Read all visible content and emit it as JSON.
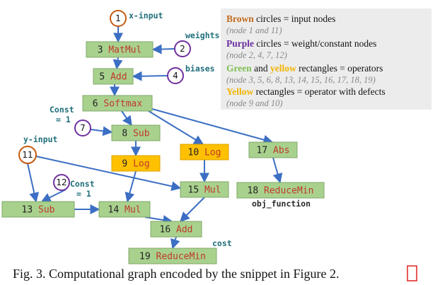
{
  "nodes": [
    {
      "id": "n1",
      "num": "1",
      "kind": "input"
    },
    {
      "id": "n2",
      "num": "2",
      "kind": "weight"
    },
    {
      "id": "n3",
      "num": "3",
      "op": "MatMul",
      "kind": "op"
    },
    {
      "id": "n4",
      "num": "4",
      "kind": "weight"
    },
    {
      "id": "n5",
      "num": "5",
      "op": "Add",
      "kind": "op"
    },
    {
      "id": "n6",
      "num": "6",
      "op": "Softmax",
      "kind": "op"
    },
    {
      "id": "n7",
      "num": "7",
      "kind": "weight"
    },
    {
      "id": "n8",
      "num": "8",
      "op": "Sub",
      "kind": "op"
    },
    {
      "id": "n9",
      "num": "9",
      "op": "Log",
      "kind": "defect"
    },
    {
      "id": "n10",
      "num": "10",
      "op": "Log",
      "kind": "defect"
    },
    {
      "id": "n11",
      "num": "11",
      "kind": "input"
    },
    {
      "id": "n12",
      "num": "12",
      "kind": "weight"
    },
    {
      "id": "n13",
      "num": "13",
      "op": "Sub",
      "kind": "op"
    },
    {
      "id": "n14",
      "num": "14",
      "op": "Mul",
      "kind": "op"
    },
    {
      "id": "n15",
      "num": "15",
      "op": "Mul",
      "kind": "op"
    },
    {
      "id": "n16",
      "num": "16",
      "op": "Add",
      "kind": "op"
    },
    {
      "id": "n17",
      "num": "17",
      "op": "Abs",
      "kind": "op"
    },
    {
      "id": "n18",
      "num": "18",
      "op": "ReduceMin",
      "kind": "op"
    },
    {
      "id": "n19",
      "num": "19",
      "op": "ReduceMin",
      "kind": "op"
    }
  ],
  "edges": [
    [
      "n1",
      "n3"
    ],
    [
      "n2",
      "n3"
    ],
    [
      "n3",
      "n5"
    ],
    [
      "n4",
      "n5"
    ],
    [
      "n5",
      "n6"
    ],
    [
      "n6",
      "n8"
    ],
    [
      "n7",
      "n8"
    ],
    [
      "n6",
      "n10"
    ],
    [
      "n6",
      "n17"
    ],
    [
      "n8",
      "n9"
    ],
    [
      "n9",
      "n14"
    ],
    [
      "n10",
      "n15"
    ],
    [
      "n11",
      "n13"
    ],
    [
      "n11",
      "n15"
    ],
    [
      "n12",
      "n13"
    ],
    [
      "n13",
      "n14"
    ],
    [
      "n14",
      "n16"
    ],
    [
      "n15",
      "n16"
    ],
    [
      "n16",
      "n19"
    ],
    [
      "n17",
      "n18"
    ]
  ],
  "annotations": {
    "x_input": "x-input",
    "weights": "weights",
    "biases": "biases",
    "const1_line1": "Const",
    "const1_line2": "= 1",
    "y_input": "y-input",
    "const2_line1": "Const",
    "const2_line2": "= 1",
    "obj_function": "obj_function",
    "cost": "cost"
  },
  "legend": {
    "row1_key": "Brown",
    "row1_text": " circles = input nodes",
    "row1_sub": "(node 1 and 11)",
    "row2_key": "Purple",
    "row2_text": " circles = weight/constant nodes",
    "row2_sub": "(node 2, 4, 7, 12)",
    "row3_key": "Green",
    "row3_and": " and ",
    "row3_key2": "yellow",
    "row3_text": " rectangles = operators",
    "row3_sub": "(node 3, 5, 6, 8, 13, 14, 15, 16, 17, 18, 19)",
    "row4_key": "Yellow",
    "row4_text": " rectangles = operator with defects",
    "row4_sub": "(node 9 and 10)"
  },
  "caption": {
    "text": "Fig. 3.  Computational graph encoded by the snippet in Figure ",
    "ref": "2",
    "end": "."
  },
  "colors": {
    "op_fill": "#a9d18e",
    "op_stroke": "#7fa86a",
    "defect_fill": "#ffc000",
    "defect_stroke": "#d9a300",
    "input_stroke": "#c55a11",
    "weight_stroke": "#7030a0",
    "edge": "#3c6fc4",
    "legend_bg": "#ececec",
    "ref_box": "#e02020"
  }
}
